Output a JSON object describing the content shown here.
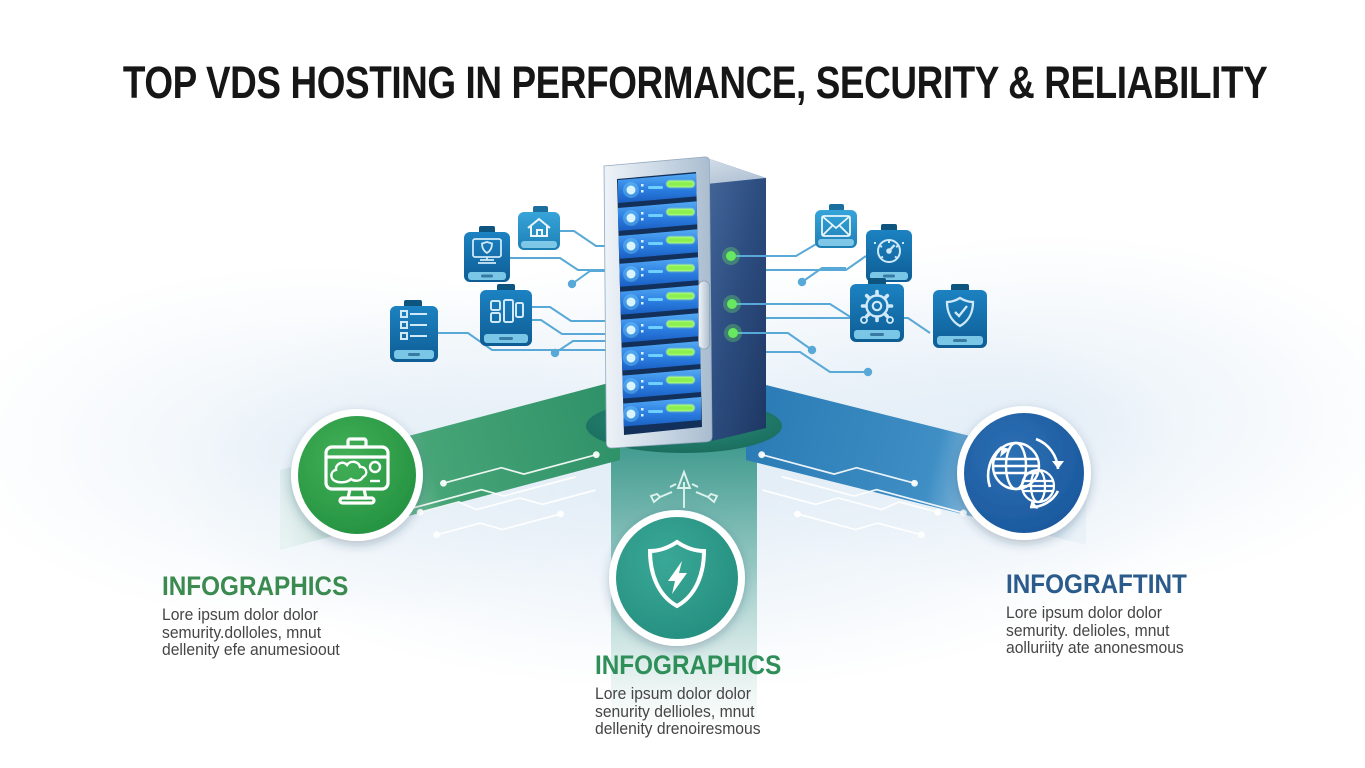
{
  "title": "TOP VDS HOSTING IN PERFORMANCE, SECURITY & RELIABILITY",
  "sections": {
    "left": {
      "heading": "INFOGRAPHICS",
      "heading_color": "#3b8a50",
      "lines": [
        "Lore ipsum dolor dolor",
        "semurity.dolloles, mnut",
        "dellenity efe anumesioout"
      ],
      "circle_icon": "monitor-graphics-icon",
      "circle_color": "#2e9c44"
    },
    "center": {
      "heading": "INFOGRAPHICS",
      "heading_color": "#2e8f58",
      "lines": [
        "Lore ipsum dolor dolor",
        "senurity dellioles, mnut",
        "dellenity drenoiresmous"
      ],
      "circle_icon": "shield-bolt-icon",
      "circle_color": "#2b9a8a"
    },
    "right": {
      "heading": "INFOGRAFTINT",
      "heading_color": "#2b5b8b",
      "lines": [
        "Lore ipsum dolor dolor",
        "semurity. delioles, mnut",
        "aolluriity ate anonesmous"
      ],
      "circle_icon": "global-network-icon",
      "circle_color": "#1f5fa8"
    }
  },
  "server": {
    "name": "server-rack-tower",
    "blades": 9,
    "blade_color": "#2377dd",
    "led_color": "#8af04e",
    "panel_dot_color": "#67e85e"
  },
  "badges": {
    "left": [
      "document-icon",
      "data-blocks-icon",
      "monitor-shield-icon",
      "home-icon"
    ],
    "right": [
      "envelope-icon",
      "gauge-icon",
      "gear-icon",
      "shield-check-icon"
    ]
  },
  "misc_icons": [
    "distribute-arrows-icon"
  ],
  "colors": {
    "title": "#161616",
    "body_text": "#454545",
    "connector": "#58a9d7",
    "band_green": "#3f9e6e",
    "band_blue": "#2f80ba",
    "band_teal": "#2f9a8a",
    "platform": "#1d7a6a",
    "badge_dark": "#1473ae",
    "badge_light": "#2e9ed6"
  }
}
